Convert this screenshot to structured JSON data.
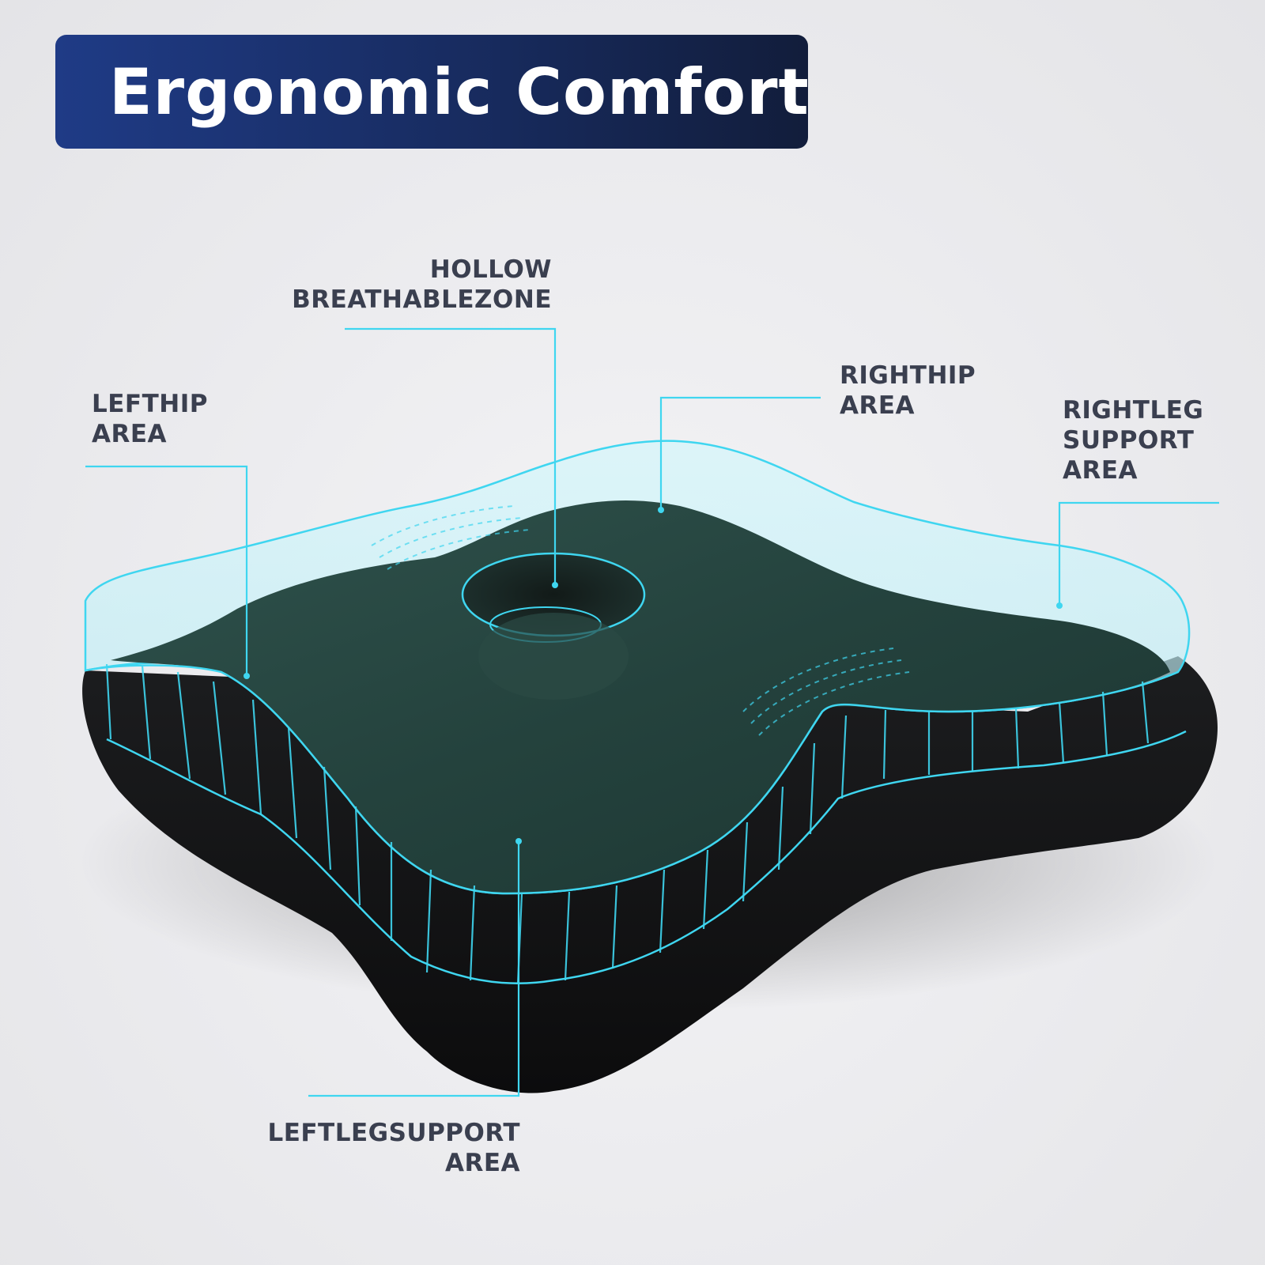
{
  "title": "Ergonomic Comfort",
  "colors": {
    "banner": "#1c3370",
    "accent_line": "#3fd6f0",
    "cushion_top": "#25433f",
    "cushion_side": "#141516",
    "label_text": "#3a3f4f"
  },
  "callouts": {
    "hollow": {
      "line1": "HOLLOW",
      "line2": "BREATHABLEZONE"
    },
    "left_hip": {
      "line1": "LEFTHIP",
      "line2": "AREA"
    },
    "right_hip": {
      "line1": "RIGHTHIP",
      "line2": "AREA"
    },
    "right_leg": {
      "line1": "RIGHTLEG",
      "line2": "SUPPORT",
      "line3": "AREA"
    },
    "left_leg": {
      "line1": "LEFTLEGSUPPORT",
      "line2": "AREA"
    }
  }
}
